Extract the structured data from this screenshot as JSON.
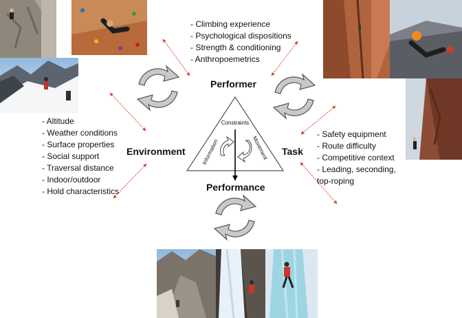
{
  "nodes": {
    "performer": {
      "label": "Performer",
      "factors": [
        "- Climbing experience",
        "- Psychological dispositions",
        "- Strength & conditioning",
        "- Anthropoemetrics"
      ]
    },
    "environment": {
      "label": "Environment",
      "factors": [
        "- Altitude",
        "- Weather conditions",
        "- Surface properties",
        "- Social support",
        "- Traversal distance",
        "- Indoor/outdoor",
        "- Hold characteristics"
      ]
    },
    "task": {
      "label": "Task",
      "factors": [
        "- Safety equipment",
        "- Route difficulty",
        "- Competitive context",
        "- Leading, seconding,",
        "top-roping"
      ]
    },
    "performance": {
      "label": "Performance"
    }
  },
  "triangle": {
    "top": "Constraints",
    "left": "Information",
    "right": "Movement"
  },
  "colors": {
    "arrow": "#d9402b",
    "cycle_fill": "#c9c9c9",
    "cycle_stroke": "#555555",
    "triangle_stroke": "#555555"
  },
  "photos": {
    "top_left": [
      "rock-climber-on-cliff-photo",
      "indoor-bouldering-wall-photo",
      "mountaineers-on-snow-ridge-photo"
    ],
    "top_right": [
      "crack-climbing-photo",
      "climber-with-orange-helmet-photo",
      "climber-on-rock-face-photo"
    ],
    "bottom": [
      "alpine-rock-climber-photo",
      "ice-fall-climber-photo",
      "ice-climber-red-jacket-photo"
    ]
  }
}
